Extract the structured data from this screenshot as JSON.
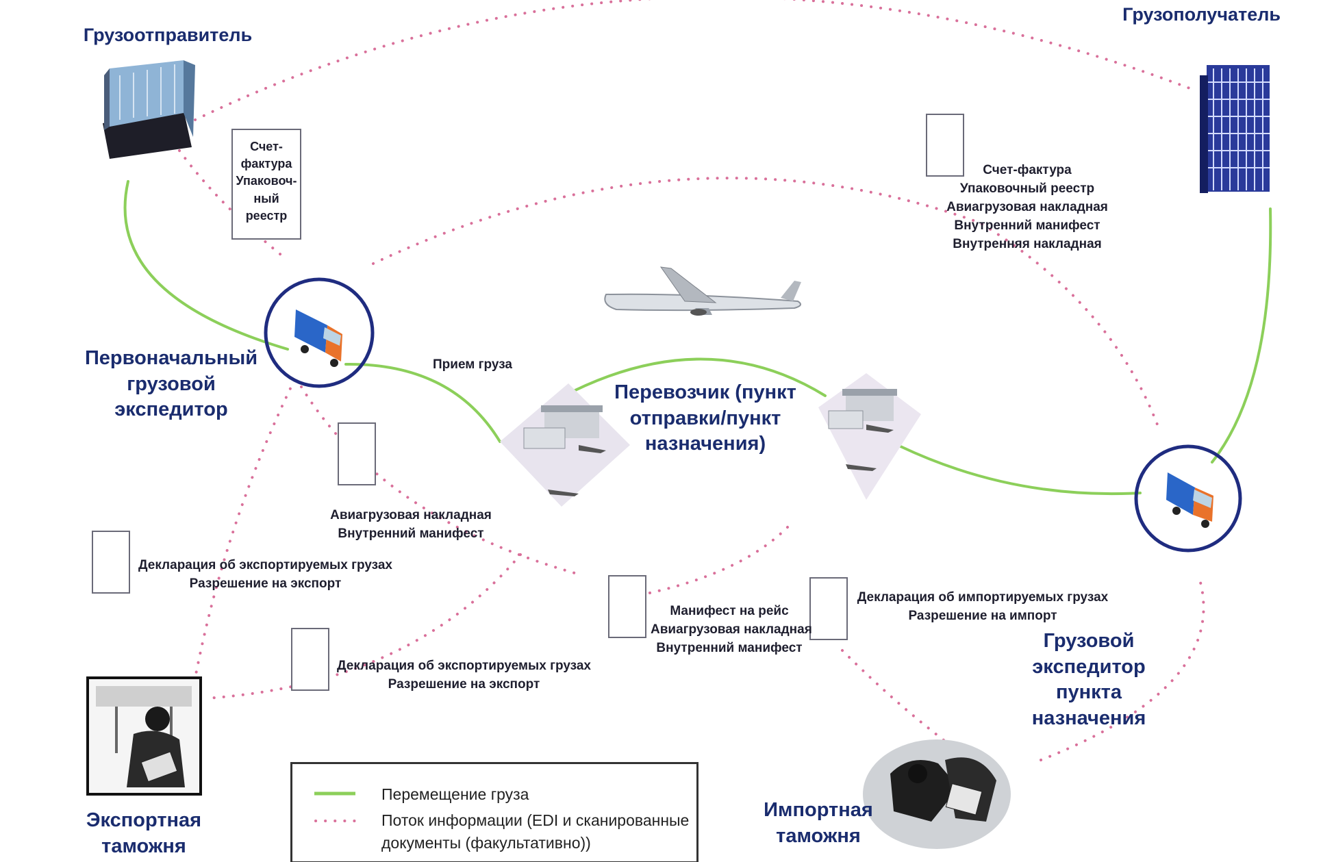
{
  "nodes": {
    "shipper": "Грузоотправитель",
    "consignee": "Грузополучатель",
    "origin_forwarder": [
      "Первоначальный",
      "грузовой",
      "экспедитор"
    ],
    "carrier": [
      "Перевозчик (пункт",
      "отправки/пункт",
      "назначения)"
    ],
    "dest_forwarder": [
      "Грузовой",
      "экспедитор",
      "пункта",
      "назначения"
    ],
    "export_customs": [
      "Экспортная",
      "таможня"
    ],
    "import_customs": [
      "Импортная",
      "таможня"
    ]
  },
  "flow_labels": {
    "cargo_acceptance": "Прием груза"
  },
  "documents": {
    "shipper_docs": [
      "Счет-",
      "фактура",
      "Упаковоч-",
      "ный",
      "реестр"
    ],
    "consignee_docs": [
      "Счет-фактура",
      "Упаковочный реестр",
      "Авиагрузовая накладная",
      "Внутренний манифест",
      "Внутренняя накладная"
    ],
    "forwarder_carrier_docs": [
      "Авиагрузовая накладная",
      "Внутренний манифест"
    ],
    "export_docs_1": [
      "Декларация об экспортируемых грузах",
      "Разрешение на экспорт"
    ],
    "export_docs_2": [
      "Декларация об экспортируемых грузах",
      "Разрешение на экспорт"
    ],
    "flight_docs": [
      "Манифест на рейс",
      "Авиагрузовая накладная",
      "Внутренний манифест"
    ],
    "import_docs": [
      "Декларация об импортируемых грузах",
      "Разрешение на импорт"
    ]
  },
  "legend": {
    "cargo_movement": "Перемещение груза",
    "info_flow": [
      "Поток информации (EDI и сканированные",
      "документы (факультативно))"
    ]
  },
  "colors": {
    "cargo_line": "#8ccf5a",
    "info_dots": "#d9709a",
    "node_ring": "#1f2c80",
    "title_text": "#1a2c6e"
  },
  "icons": [
    "office-building-icon",
    "skyscraper-icon",
    "truck-icon",
    "airport-icon",
    "airplane-icon",
    "customs-officer-icon",
    "customs-inspection-icon"
  ]
}
